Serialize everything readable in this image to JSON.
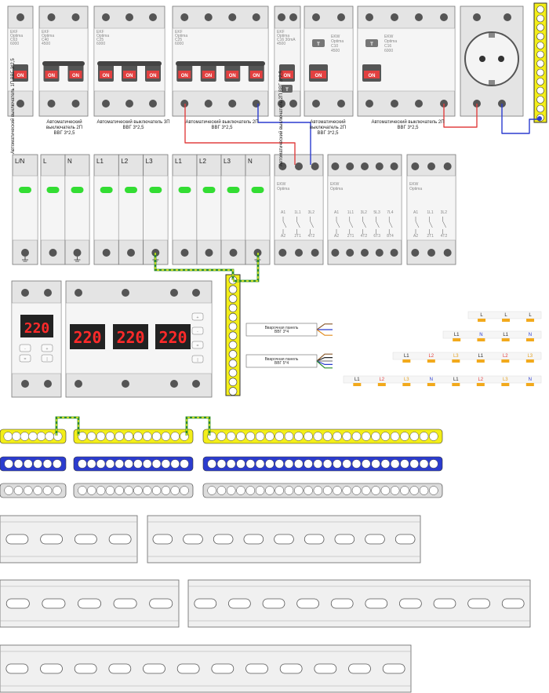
{
  "colors": {
    "red": "#e24040",
    "blue": "#2b3ccf",
    "yellow": "#f3ee19",
    "green": "#33dd33",
    "gray": "#dcdcdc",
    "orange": "#f2a91c"
  },
  "breakers": {
    "b1": {
      "brand": "EKF\nOptima\nC63\n6000",
      "on": "ON",
      "caption": "Автоматический выключатель 1П ВВГ 3*2,5"
    },
    "b2": {
      "brand": "EKF\nOptima\nC40\n4500",
      "on": "ON",
      "caption": "Автоматический выключатель 2П ВВГ 3*2,5"
    },
    "b3": {
      "brand": "EKF\nOptima\nC25\n6000",
      "on": "ON",
      "caption": "Автоматический выключатель 3П ВВГ 3*2,5"
    },
    "b4": {
      "brand": "EKF\nOptima\nC25\n6000",
      "on": "ON",
      "caption": "Автоматический выключатель 2П ВВГ 3*2,5"
    },
    "b5": {
      "brand": "EKF\nOptima\nC16 30mA\n4500",
      "on": "ON",
      "test": "T",
      "caption": "Автоматический выключатель 2П ВВГ 3*2,5"
    },
    "b6": {
      "brand": "EKW\nOptima\nC10\n4500",
      "on": "ON",
      "test": "T",
      "caption": "Автоматический выключатель 2П ВВГ 3*2,5"
    },
    "b7": {
      "brand": "EKW\nOptima\nC16\n6000",
      "on": "ON",
      "test": "T",
      "caption": "Автоматический выключатель 2П ВВГ 3*2,5"
    }
  },
  "relays": {
    "r1": [
      "L/N"
    ],
    "r2": [
      "L",
      "N"
    ],
    "r3": [
      "L1",
      "L2",
      "L3"
    ],
    "r4": [
      "L1",
      "L2",
      "L3",
      "N"
    ]
  },
  "contactors": {
    "c1": {
      "brand": "EKW\nOptima",
      "top": [
        "A1",
        "1L1",
        "3L2"
      ],
      "bottom": [
        "A2",
        "2T1",
        "4T2"
      ]
    },
    "c2": {
      "brand": "EKW\nOptima",
      "top": [
        "A1",
        "1L1",
        "3L2",
        "5L3",
        "7L4"
      ],
      "bottom": [
        "A2",
        "2T1",
        "4T2",
        "6T3",
        "8T4"
      ]
    },
    "c3": {
      "brand": "EKW\nOptima",
      "top": [
        "A1",
        "1L1",
        "3L2"
      ],
      "bottom": [
        "A2",
        "2T1",
        "4T2"
      ]
    }
  },
  "voltmeters": {
    "v1": "220",
    "v2": "220",
    "v3": "220",
    "v4": "220",
    "btn_minus": "-",
    "btn_plus": "+",
    "btn_eq": "=",
    "btn_pipe": "|",
    "side_plus": "+",
    "side_minus": "-",
    "side_eq": "=",
    "side_pipe": "|"
  },
  "cables": {
    "cable1": "Вварочная панель\nВВГ 3*4",
    "cable2": "Вварочная панель\nВВГ 5*4"
  },
  "phase_markers": {
    "row1": [
      "L",
      "L",
      "L"
    ],
    "row2": [
      "L1",
      "N",
      "L1",
      "N"
    ],
    "row3": [
      "L1",
      "L2",
      "L3",
      "L1",
      "L2",
      "L3"
    ],
    "row4": [
      "L1",
      "L2",
      "L3",
      "N",
      "L1",
      "L2",
      "L3",
      "N"
    ]
  }
}
